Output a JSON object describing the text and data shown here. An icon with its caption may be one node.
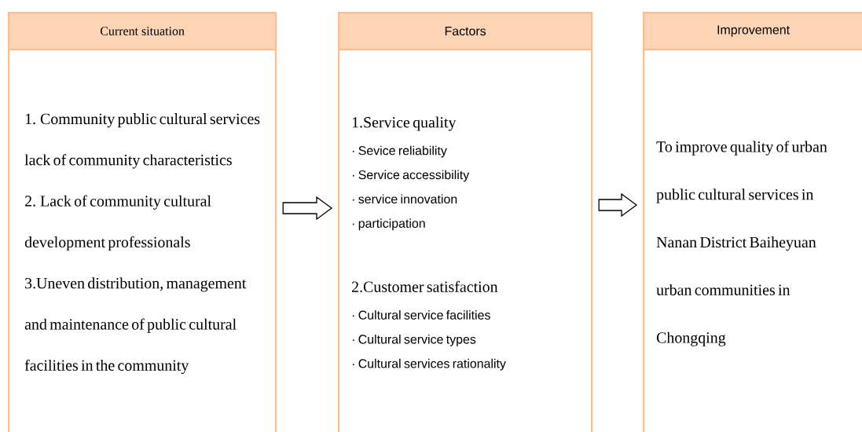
{
  "diagram": {
    "nodes": [
      {
        "text": [
          "Current situation"
        ]
      },
      {
        "text": [
          "1. Community public cultural services lack of community characteristics",
          "2. Lack of community cultural development professionals",
          "3.Uneven distribution, management and maintenance of public cultural facilities in the community"
        ]
      },
      {
        "text": [
          "Factors"
        ]
      },
      {
        "text": [
          "1.Service quality",
          "· Sevice reliability",
          "· Service accessibility",
          "· service innovation",
          "· participation",
          "2.Customer satisfaction",
          "· Cultural service facilities",
          "· Cultural service types",
          "· Cultural services rationality"
        ]
      },
      {
        "text": [
          "Improvement"
        ]
      },
      {
        "text": [
          "To improve quality of urban public cultural services in Nanan District Baiheyuan urban communities in Chongqing"
        ]
      }
    ],
    "edges": [
      {
        "from": 1,
        "to": 3,
        "arrow": "to"
      },
      {
        "from": 3,
        "to": 5,
        "arrow": "to"
      }
    ]
  }
}
